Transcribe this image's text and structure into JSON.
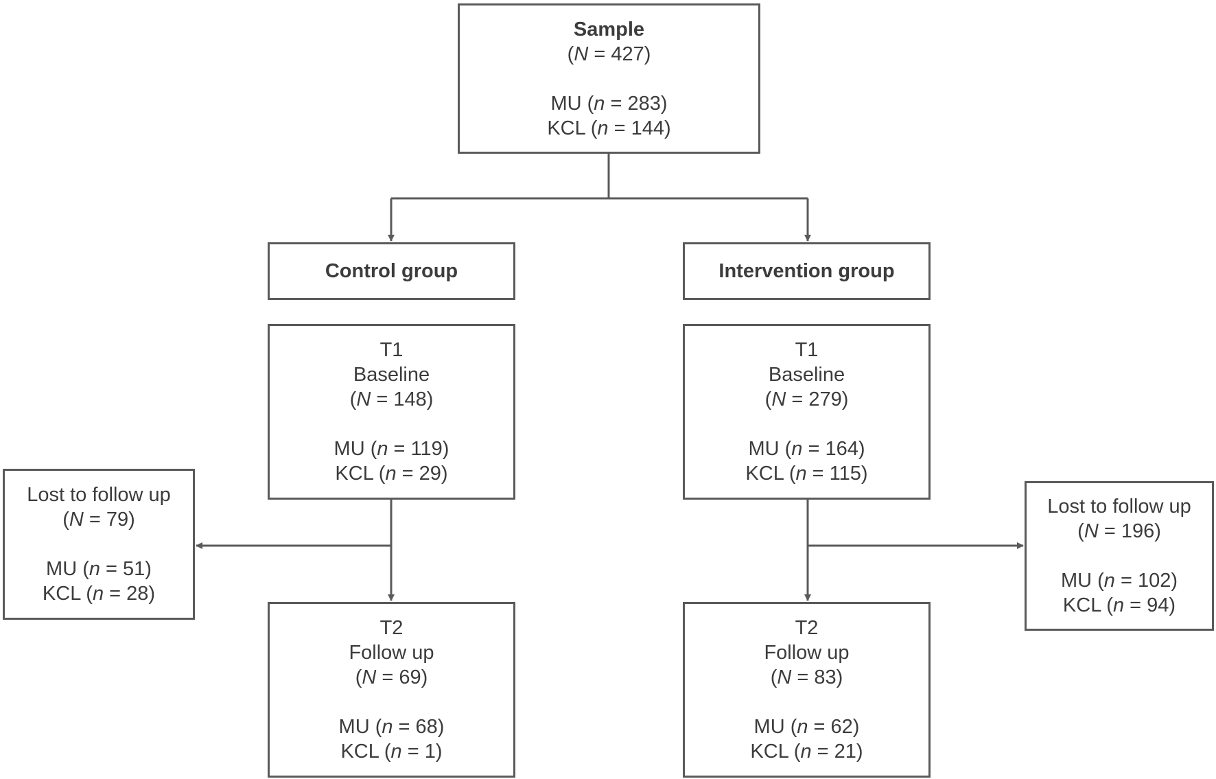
{
  "sample": {
    "title": "Sample",
    "total": {
      "open": "(",
      "var": "N",
      "rest": " = 427)"
    },
    "mu": {
      "pre": "MU (",
      "var": "n",
      "rest": " = 283)"
    },
    "kcl": {
      "pre": "KCL (",
      "var": "n",
      "rest": " = 144)"
    }
  },
  "control": {
    "title": "Control group",
    "t1": {
      "label": "T1",
      "phase": "Baseline",
      "total": {
        "open": "(",
        "var": "N",
        "rest": " = 148)"
      },
      "mu": {
        "pre": "MU (",
        "var": "n",
        "rest": " = 119)"
      },
      "kcl": {
        "pre": "KCL (",
        "var": "n",
        "rest": " = 29)"
      }
    },
    "lost": {
      "label": "Lost to follow up",
      "total": {
        "open": "(",
        "var": "N",
        "rest": " = 79)"
      },
      "mu": {
        "pre": "MU (",
        "var": "n",
        "rest": " = 51)"
      },
      "kcl": {
        "pre": "KCL (",
        "var": "n",
        "rest": " = 28)"
      }
    },
    "t2": {
      "label": "T2",
      "phase": "Follow up",
      "total": {
        "open": "(",
        "var": "N",
        "rest": " = 69)"
      },
      "mu": {
        "pre": "MU (",
        "var": "n",
        "rest": " = 68)"
      },
      "kcl": {
        "pre": "KCL (",
        "var": "n",
        "rest": " = 1)"
      }
    }
  },
  "intervention": {
    "title": "Intervention group",
    "t1": {
      "label": "T1",
      "phase": "Baseline",
      "total": {
        "open": "(",
        "var": "N",
        "rest": " = 279)"
      },
      "mu": {
        "pre": "MU (",
        "var": "n",
        "rest": " = 164)"
      },
      "kcl": {
        "pre": "KCL (",
        "var": "n",
        "rest": " = 115)"
      }
    },
    "lost": {
      "label": "Lost to follow up",
      "total": {
        "open": "(",
        "var": "N",
        "rest": " = 196)"
      },
      "mu": {
        "pre": "MU (",
        "var": "n",
        "rest": " = 102)"
      },
      "kcl": {
        "pre": "KCL (",
        "var": "n",
        "rest": " = 94)"
      }
    },
    "t2": {
      "label": "T2",
      "phase": "Follow up",
      "total": {
        "open": "(",
        "var": "N",
        "rest": " = 83)"
      },
      "mu": {
        "pre": "MU (",
        "var": "n",
        "rest": " = 62)"
      },
      "kcl": {
        "pre": "KCL (",
        "var": "n",
        "rest": " = 21)"
      }
    }
  },
  "colors": {
    "border": "#5a5a5a",
    "text": "#3c3c3c",
    "background": "#ffffff"
  }
}
